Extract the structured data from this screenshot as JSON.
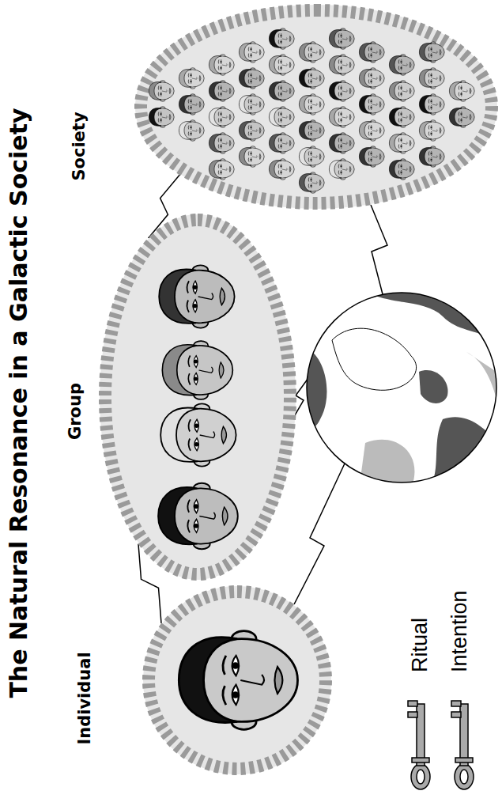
{
  "diagram": {
    "title": "The Natural Resonance in a Galactic Society",
    "nodes": [
      {
        "text": [
          "Individual"
        ]
      },
      {
        "text": [
          "Group"
        ]
      },
      {
        "text": [
          "Society"
        ]
      }
    ],
    "edges": [
      {
        "from": 0,
        "to": 1,
        "arrow": "none"
      },
      {
        "from": 1,
        "to": 2,
        "arrow": "none"
      }
    ],
    "legend": [
      {
        "text": "Ritual"
      },
      {
        "text": "Intention"
      }
    ]
  }
}
